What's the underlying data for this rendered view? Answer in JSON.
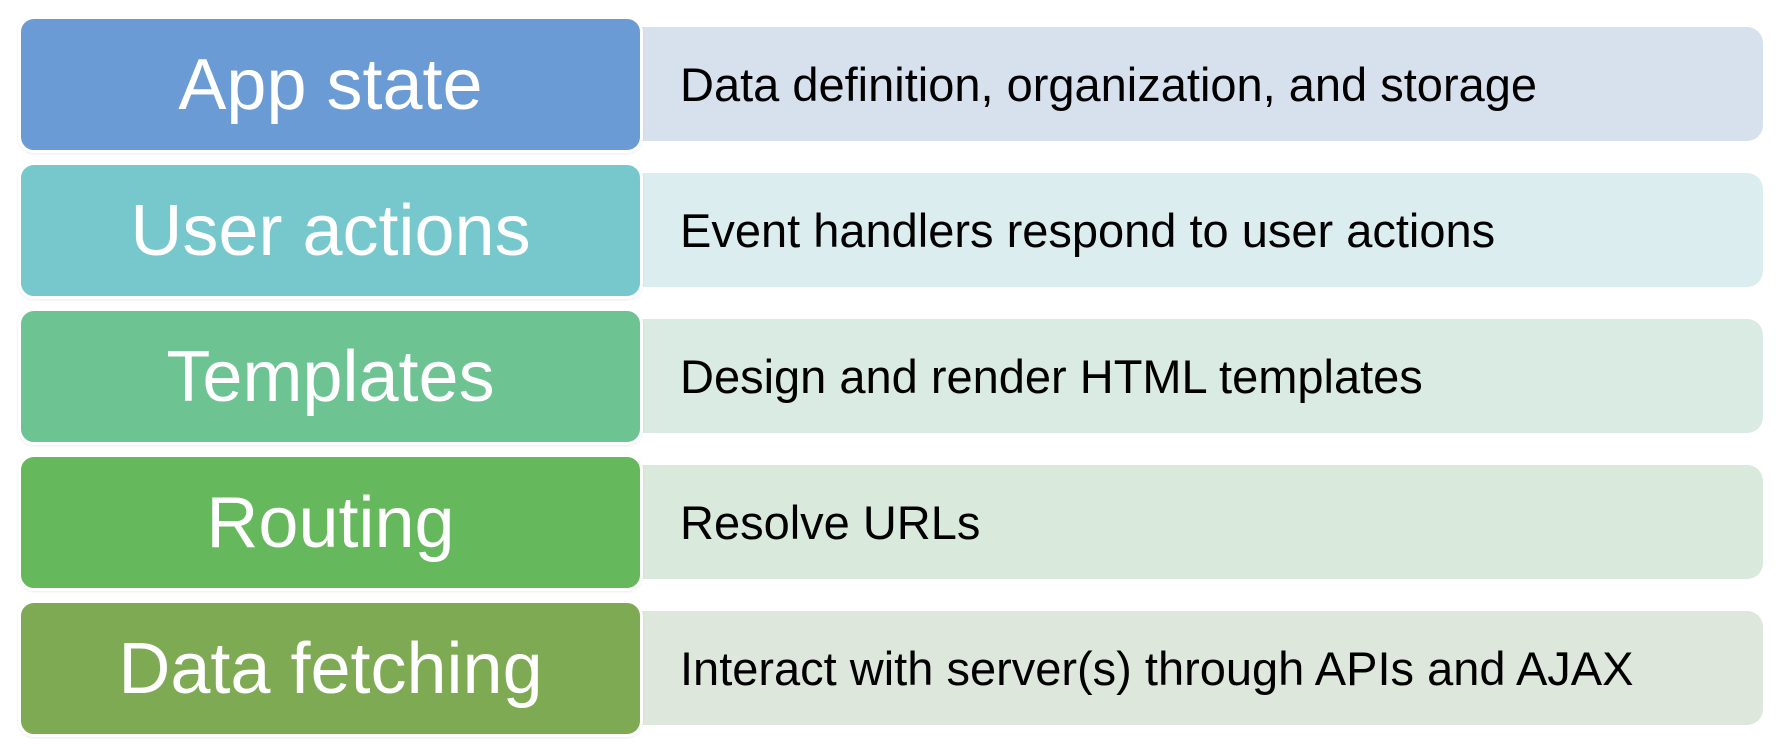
{
  "rows": [
    {
      "label": "App state",
      "description": "Data definition, organization, and storage",
      "label_color": "#6a9bd4",
      "desc_color": "#d7e1ee"
    },
    {
      "label": "User actions",
      "description": "Event handlers respond to user actions",
      "label_color": "#76c8cc",
      "desc_color": "#dcedf0"
    },
    {
      "label": "Templates",
      "description": "Design and render HTML templates",
      "label_color": "#6dc391",
      "desc_color": "#d9ebe2"
    },
    {
      "label": "Routing",
      "description": "Resolve URLs",
      "label_color": "#66b85c",
      "desc_color": "#d9e9dc"
    },
    {
      "label": "Data fetching",
      "description": "Interact with server(s) through APIs and AJAX",
      "label_color": "#7faa54",
      "desc_color": "#dde7db"
    }
  ]
}
